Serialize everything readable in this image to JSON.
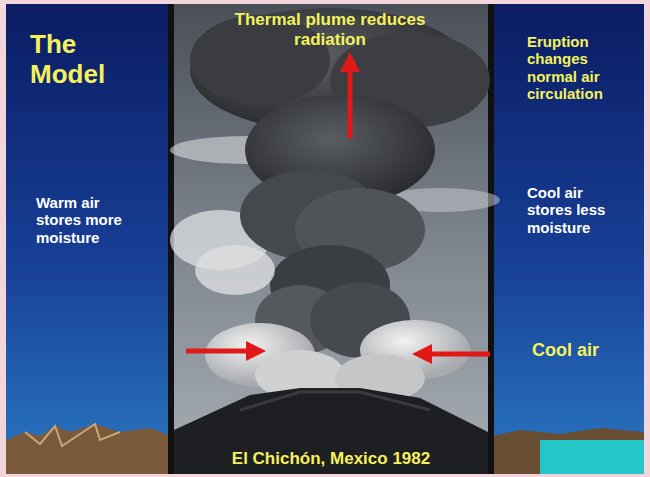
{
  "diagram": {
    "title": "The Model",
    "caption": "El Chichón, Mexico 1982",
    "labels": [
      "Thermal plume reduces radiation",
      "Warm air stores more moisture",
      "Eruption changes normal air circulation",
      "Cool air stores less moisture",
      "Cool air"
    ]
  }
}
